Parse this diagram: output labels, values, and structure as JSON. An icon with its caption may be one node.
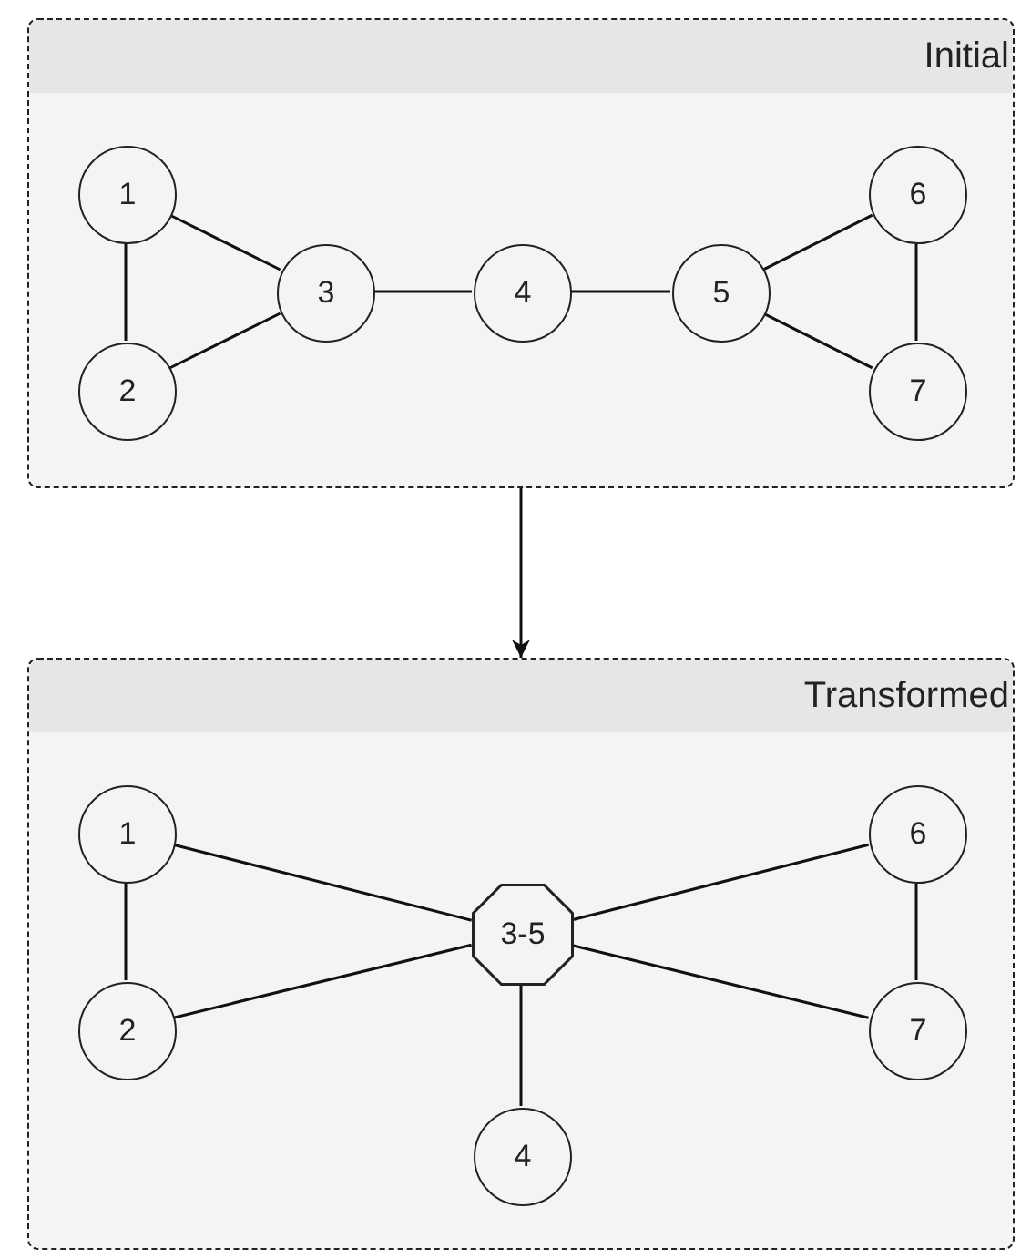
{
  "diagram": {
    "nodes": [
      {
        "text": [
          "Initial"
        ]
      },
      {
        "text": [
          "1"
        ],
        "in": 0
      },
      {
        "text": [
          "2"
        ],
        "in": 0
      },
      {
        "text": [
          "3"
        ],
        "in": 0
      },
      {
        "text": [
          "4"
        ],
        "in": 0
      },
      {
        "text": [
          "5"
        ],
        "in": 0
      },
      {
        "text": [
          "6"
        ],
        "in": 0
      },
      {
        "text": [
          "7"
        ],
        "in": 0
      },
      {
        "text": [
          "Transformed"
        ]
      },
      {
        "text": [
          "1"
        ],
        "in": 8
      },
      {
        "text": [
          "2"
        ],
        "in": 8
      },
      {
        "text": [
          "3-5"
        ],
        "in": 8
      },
      {
        "text": [
          "4"
        ],
        "in": 8
      },
      {
        "text": [
          "6"
        ],
        "in": 8
      },
      {
        "text": [
          "7"
        ],
        "in": 8
      }
    ],
    "edges": [
      {
        "from": 1,
        "to": 2,
        "arrow": "none"
      },
      {
        "from": 1,
        "to": 3,
        "arrow": "none"
      },
      {
        "from": 2,
        "to": 3,
        "arrow": "none"
      },
      {
        "from": 3,
        "to": 4,
        "arrow": "none"
      },
      {
        "from": 4,
        "to": 5,
        "arrow": "none"
      },
      {
        "from": 5,
        "to": 6,
        "arrow": "none"
      },
      {
        "from": 5,
        "to": 7,
        "arrow": "none"
      },
      {
        "from": 6,
        "to": 7,
        "arrow": "none"
      },
      {
        "from": 0,
        "to": 8,
        "arrow": "to"
      },
      {
        "from": 9,
        "to": 10,
        "arrow": "none"
      },
      {
        "from": 9,
        "to": 11,
        "arrow": "none"
      },
      {
        "from": 10,
        "to": 11,
        "arrow": "none"
      },
      {
        "from": 11,
        "to": 12,
        "arrow": "none"
      },
      {
        "from": 11,
        "to": 13,
        "arrow": "none"
      },
      {
        "from": 11,
        "to": 14,
        "arrow": "none"
      },
      {
        "from": 13,
        "to": 14,
        "arrow": "none"
      }
    ]
  }
}
